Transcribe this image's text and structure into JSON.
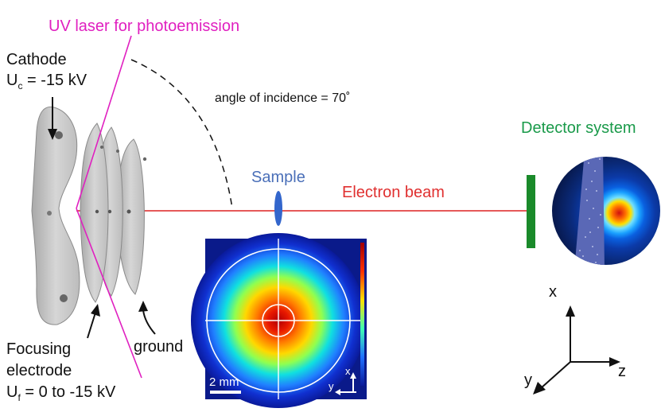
{
  "labels": {
    "uv_laser": "UV laser for photoemission",
    "cathode_title": "Cathode",
    "cathode_voltage_prefix": "U",
    "cathode_voltage_sub": "c",
    "cathode_voltage_value": "= -15 kV",
    "angle": "angle of incidence = 70˚",
    "detector": "Detector system",
    "sample": "Sample",
    "electron_beam": "Electron beam",
    "focusing_line1": "Focusing",
    "focusing_line2": "electrode",
    "focusing_voltage_prefix": "U",
    "focusing_voltage_sub": "f",
    "focusing_voltage_value": "= 0 to -15 kV",
    "ground": "ground",
    "scale_bar": "2 mm",
    "inset_axis_x": "x",
    "inset_axis_y": "y",
    "axis_x": "x",
    "axis_y": "y",
    "axis_z": "z"
  },
  "colors": {
    "laser": "#e020c0",
    "beam": "#dd2222",
    "detector_label": "#1a9a4a",
    "detector_plate": "#1a8a2a",
    "sample": "#3366cc",
    "sample_label": "#4a6fb8",
    "electron_beam_label": "#e03030",
    "electrodes": "#c8c8c8"
  }
}
